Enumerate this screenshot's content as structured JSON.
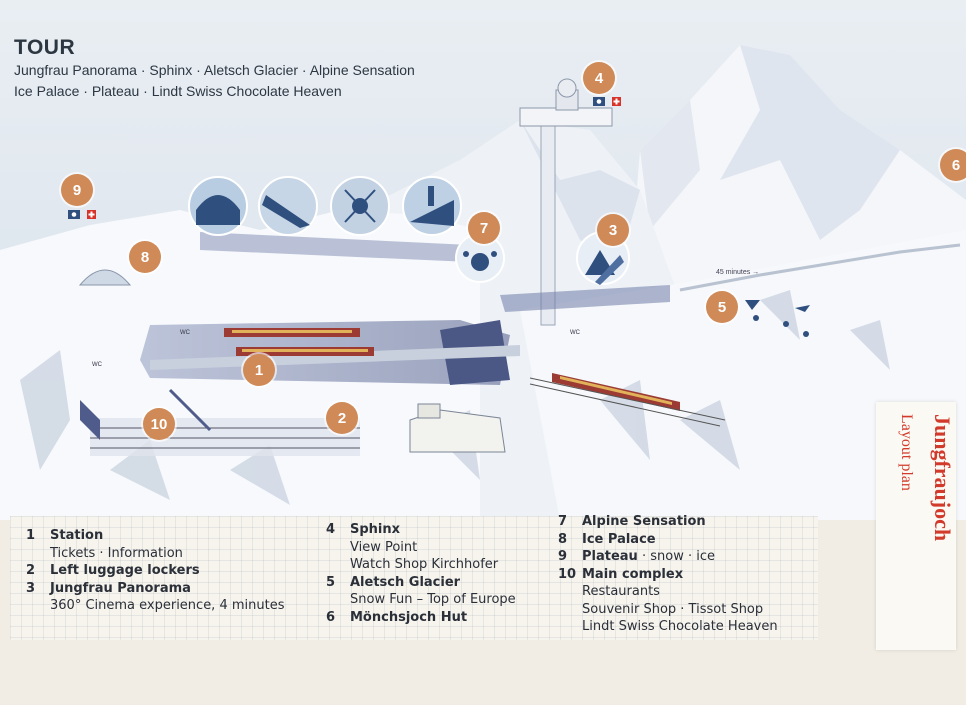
{
  "tour": {
    "title": "TOUR",
    "line1": "Jungfrau Panorama · Sphinx · Aletsch Glacier · Alpine Sensation",
    "line2": "Ice Palace · Plateau · Lindt Swiss Chocolate Heaven"
  },
  "markers": [
    "1",
    "2",
    "3",
    "4",
    "5",
    "6",
    "7",
    "8",
    "9",
    "10"
  ],
  "map_labels": {
    "walk_time": "45 minutes →",
    "wc": "WC"
  },
  "legend": {
    "col1": [
      {
        "num": "1",
        "text": "Station",
        "bold": true
      },
      {
        "num": "",
        "text": "Tickets · Information",
        "bold": false
      },
      {
        "num": "2",
        "text": "Left luggage lockers",
        "bold": true
      },
      {
        "num": "3",
        "text": "Jungfrau Panorama",
        "bold": true
      },
      {
        "num": "",
        "text": "360° Cinema experience, 4 minutes",
        "bold": false
      }
    ],
    "col2": [
      {
        "num": "4",
        "text": "Sphinx",
        "bold": true
      },
      {
        "num": "",
        "text": "View Point",
        "bold": false
      },
      {
        "num": "",
        "text": "Watch Shop Kirchhofer",
        "bold": false
      },
      {
        "num": "5",
        "text": "Aletsch Glacier",
        "bold": true
      },
      {
        "num": "",
        "text": "Snow Fun – Top of Europe",
        "bold": false
      },
      {
        "num": "6",
        "text": "Mönchsjoch Hut",
        "bold": true
      }
    ],
    "col3": [
      {
        "num": "7",
        "text": "Alpine Sensation",
        "bold": true
      },
      {
        "num": "8",
        "text": "Ice Palace",
        "bold": true
      },
      {
        "num": "9",
        "text": "Plateau · snow · ice",
        "bold": false,
        "label": "Plateau",
        "rest": " · snow · ice"
      },
      {
        "num": "10",
        "text": "Main complex",
        "bold": true
      },
      {
        "num": "",
        "text": "Restaurants",
        "bold": false
      },
      {
        "num": "",
        "text": "Souvenir Shop · Tissot Shop",
        "bold": false
      },
      {
        "num": "",
        "text": "Lindt Swiss Chocolate Heaven",
        "bold": false
      }
    ]
  },
  "side_panel": {
    "title": "Jungfraujoch",
    "subtitle": "Layout plan"
  },
  "colors": {
    "marker": "#cf8a58",
    "accent_red": "#d23b2b",
    "sky": "#dfe7ef",
    "snow": "#f6f8fb",
    "tunnel": "#5d6a96"
  }
}
